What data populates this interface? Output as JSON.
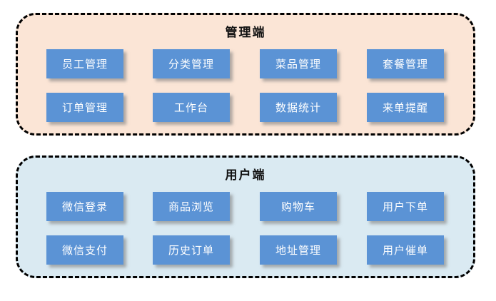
{
  "colors": {
    "admin_panel_bg": "#fbe5d6",
    "user_panel_bg": "#daeaf2",
    "button_bg": "#5b93d5",
    "button_text": "#ffffff",
    "border": "#000000"
  },
  "panels": [
    {
      "title": "管理端",
      "buttons": [
        "员工管理",
        "分类管理",
        "菜品管理",
        "套餐管理",
        "订单管理",
        "工作台",
        "数据统计",
        "来单提醒"
      ]
    },
    {
      "title": "用户端",
      "buttons": [
        "微信登录",
        "商品浏览",
        "购物车",
        "用户下单",
        "微信支付",
        "历史订单",
        "地址管理",
        "用户催单"
      ]
    }
  ]
}
